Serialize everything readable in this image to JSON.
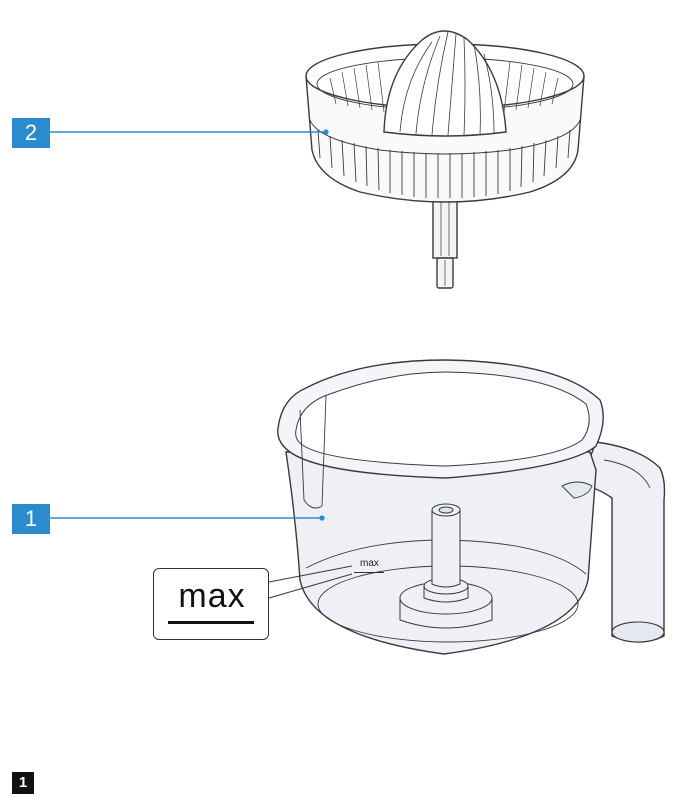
{
  "callouts": [
    {
      "number": "2",
      "part": "reamer"
    },
    {
      "number": "1",
      "part": "juice-container"
    }
  ],
  "max_label": "max",
  "page_marker": "1",
  "colors": {
    "callout_blue": "#2a8ccc",
    "leader_line": "#2a8ccc",
    "outline": "#3a3a3a",
    "container_fill": "#eef0f5"
  }
}
